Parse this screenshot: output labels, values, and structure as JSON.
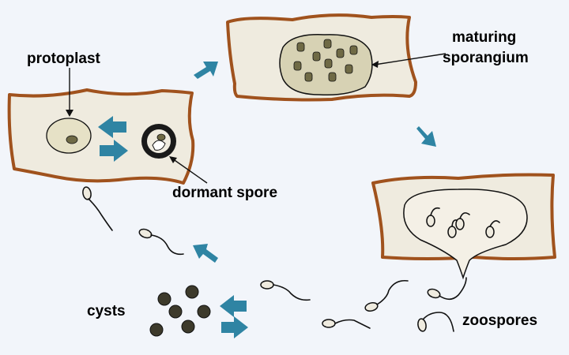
{
  "labels": {
    "protoplast": "protoplast",
    "maturing": "maturing",
    "sporangium": "sporangium",
    "dormant_spore": "dormant spore",
    "cysts": "cysts",
    "zoospores": "zoospores"
  },
  "colors": {
    "background": "#f2f5fa",
    "cell_wall": "#a0521d",
    "cell_fill": "#efebdf",
    "arrow": "#2f84a3",
    "spore_body": "#6f6a45",
    "cyst": "#3d3a2b"
  }
}
